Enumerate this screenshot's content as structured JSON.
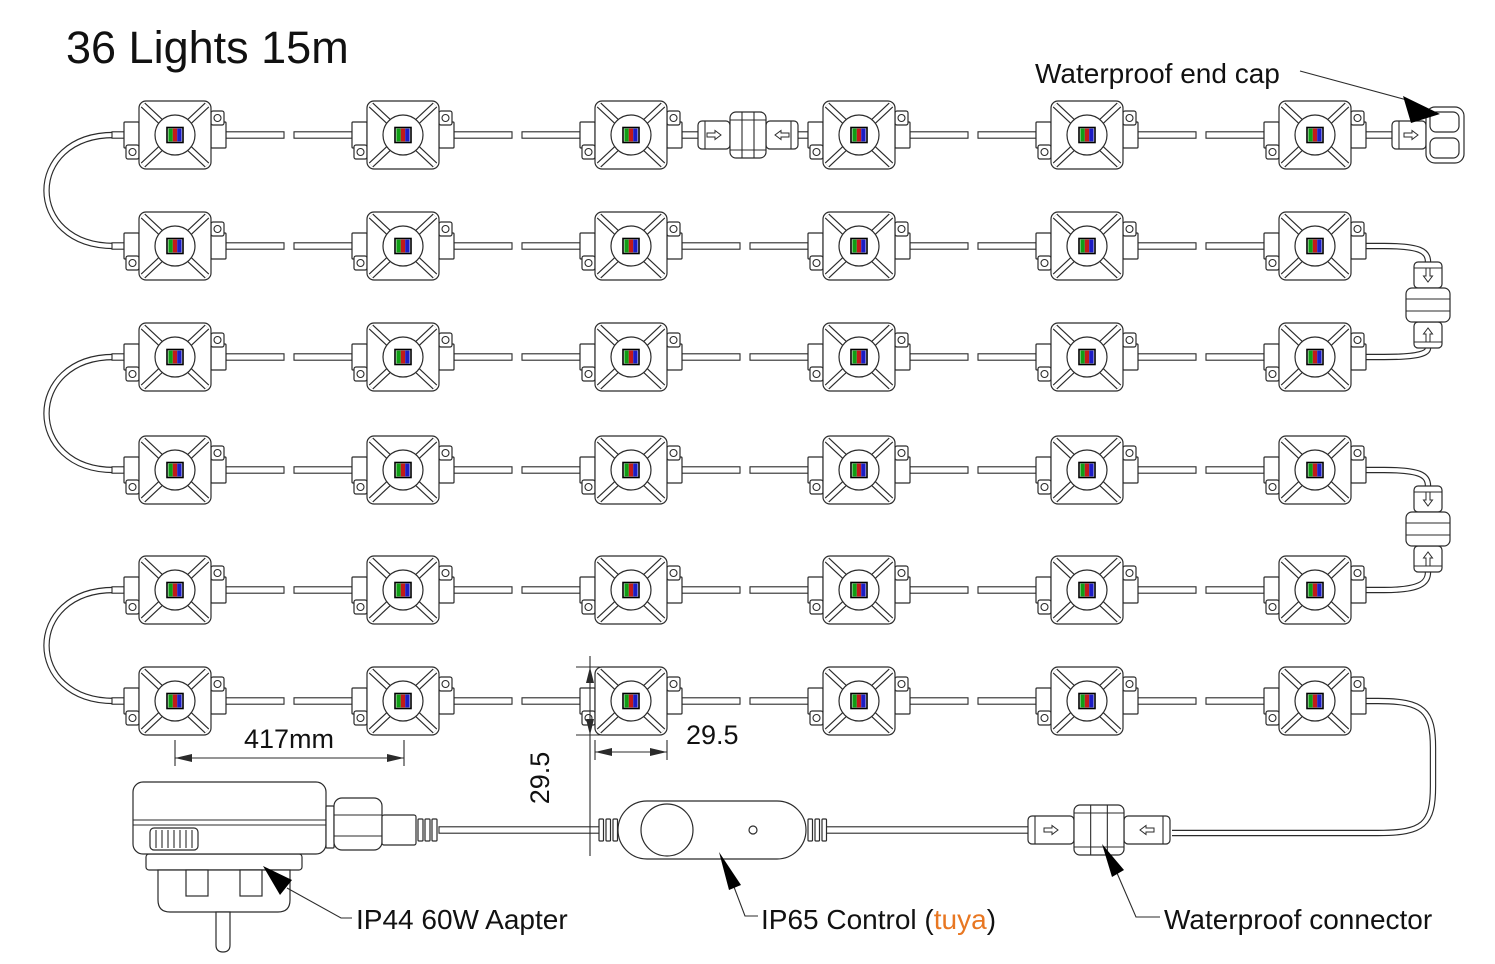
{
  "title": "36 Lights 15m",
  "product": {
    "light_count": 36,
    "string_length": "15m",
    "rows": 6,
    "lights_per_row": 6
  },
  "labels": {
    "end_cap": "Waterproof end cap",
    "adapter": "IP44 60W Aapter",
    "control_prefix": "IP65 Control (",
    "control_brand": "tuya",
    "control_suffix": ")",
    "connector": "Waterproof connector"
  },
  "dimensions": {
    "module_spacing": "417mm",
    "module_width": "29.5",
    "module_height": "29.5"
  },
  "colors": {
    "line": "#2b2b2b",
    "brand_orange": "#e87722",
    "led_green": "#0f9e14",
    "led_red": "#c21a1a",
    "led_blue": "#1c1cc4"
  },
  "icons": {
    "plug_direction": "outline-arrow",
    "leader_pointer": "filled-triangle-arrow",
    "led_chip": "rgb-stripes"
  }
}
